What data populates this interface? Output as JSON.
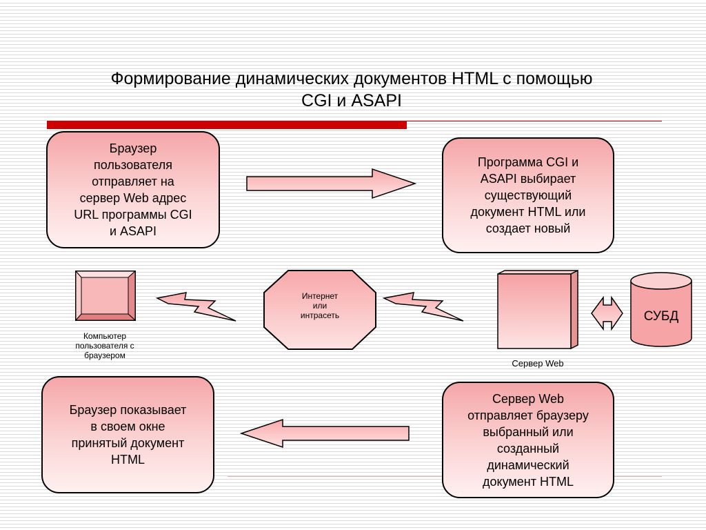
{
  "title": {
    "line1": "Формирование динамических документов HTML с помощью",
    "line2": "CGI и  ASAPI"
  },
  "boxes": {
    "top_left": "Браузер\nпользователя\nотправляет на\nсервер Web адрес\nURL программы CGI\nи ASAPI",
    "top_right": "Программа CGI и\nASAPI выбирает\nсуществующий\nдокумент HTML или\nсоздает новый",
    "bottom_left": "Браузер показывает\nв своем окне\nпринятый документ\nHTML",
    "bottom_right": "Сервер Web\nотправляет браузеру\nвыбранный или\nсозданный\nдинамический\nдокумент HTML"
  },
  "labels": {
    "computer": "Компьютер\nпользователя с\nбраузером",
    "internet": "Интернет\nили\nинтрасеть",
    "server": "Сервер Web",
    "dbms": "СУБД"
  },
  "colors": {
    "accent_red": "#cc0000",
    "box_fill_top": "#f5a6a8",
    "box_fill_bottom": "#fff0f0",
    "arrow_fill": "#f8b4b4"
  }
}
